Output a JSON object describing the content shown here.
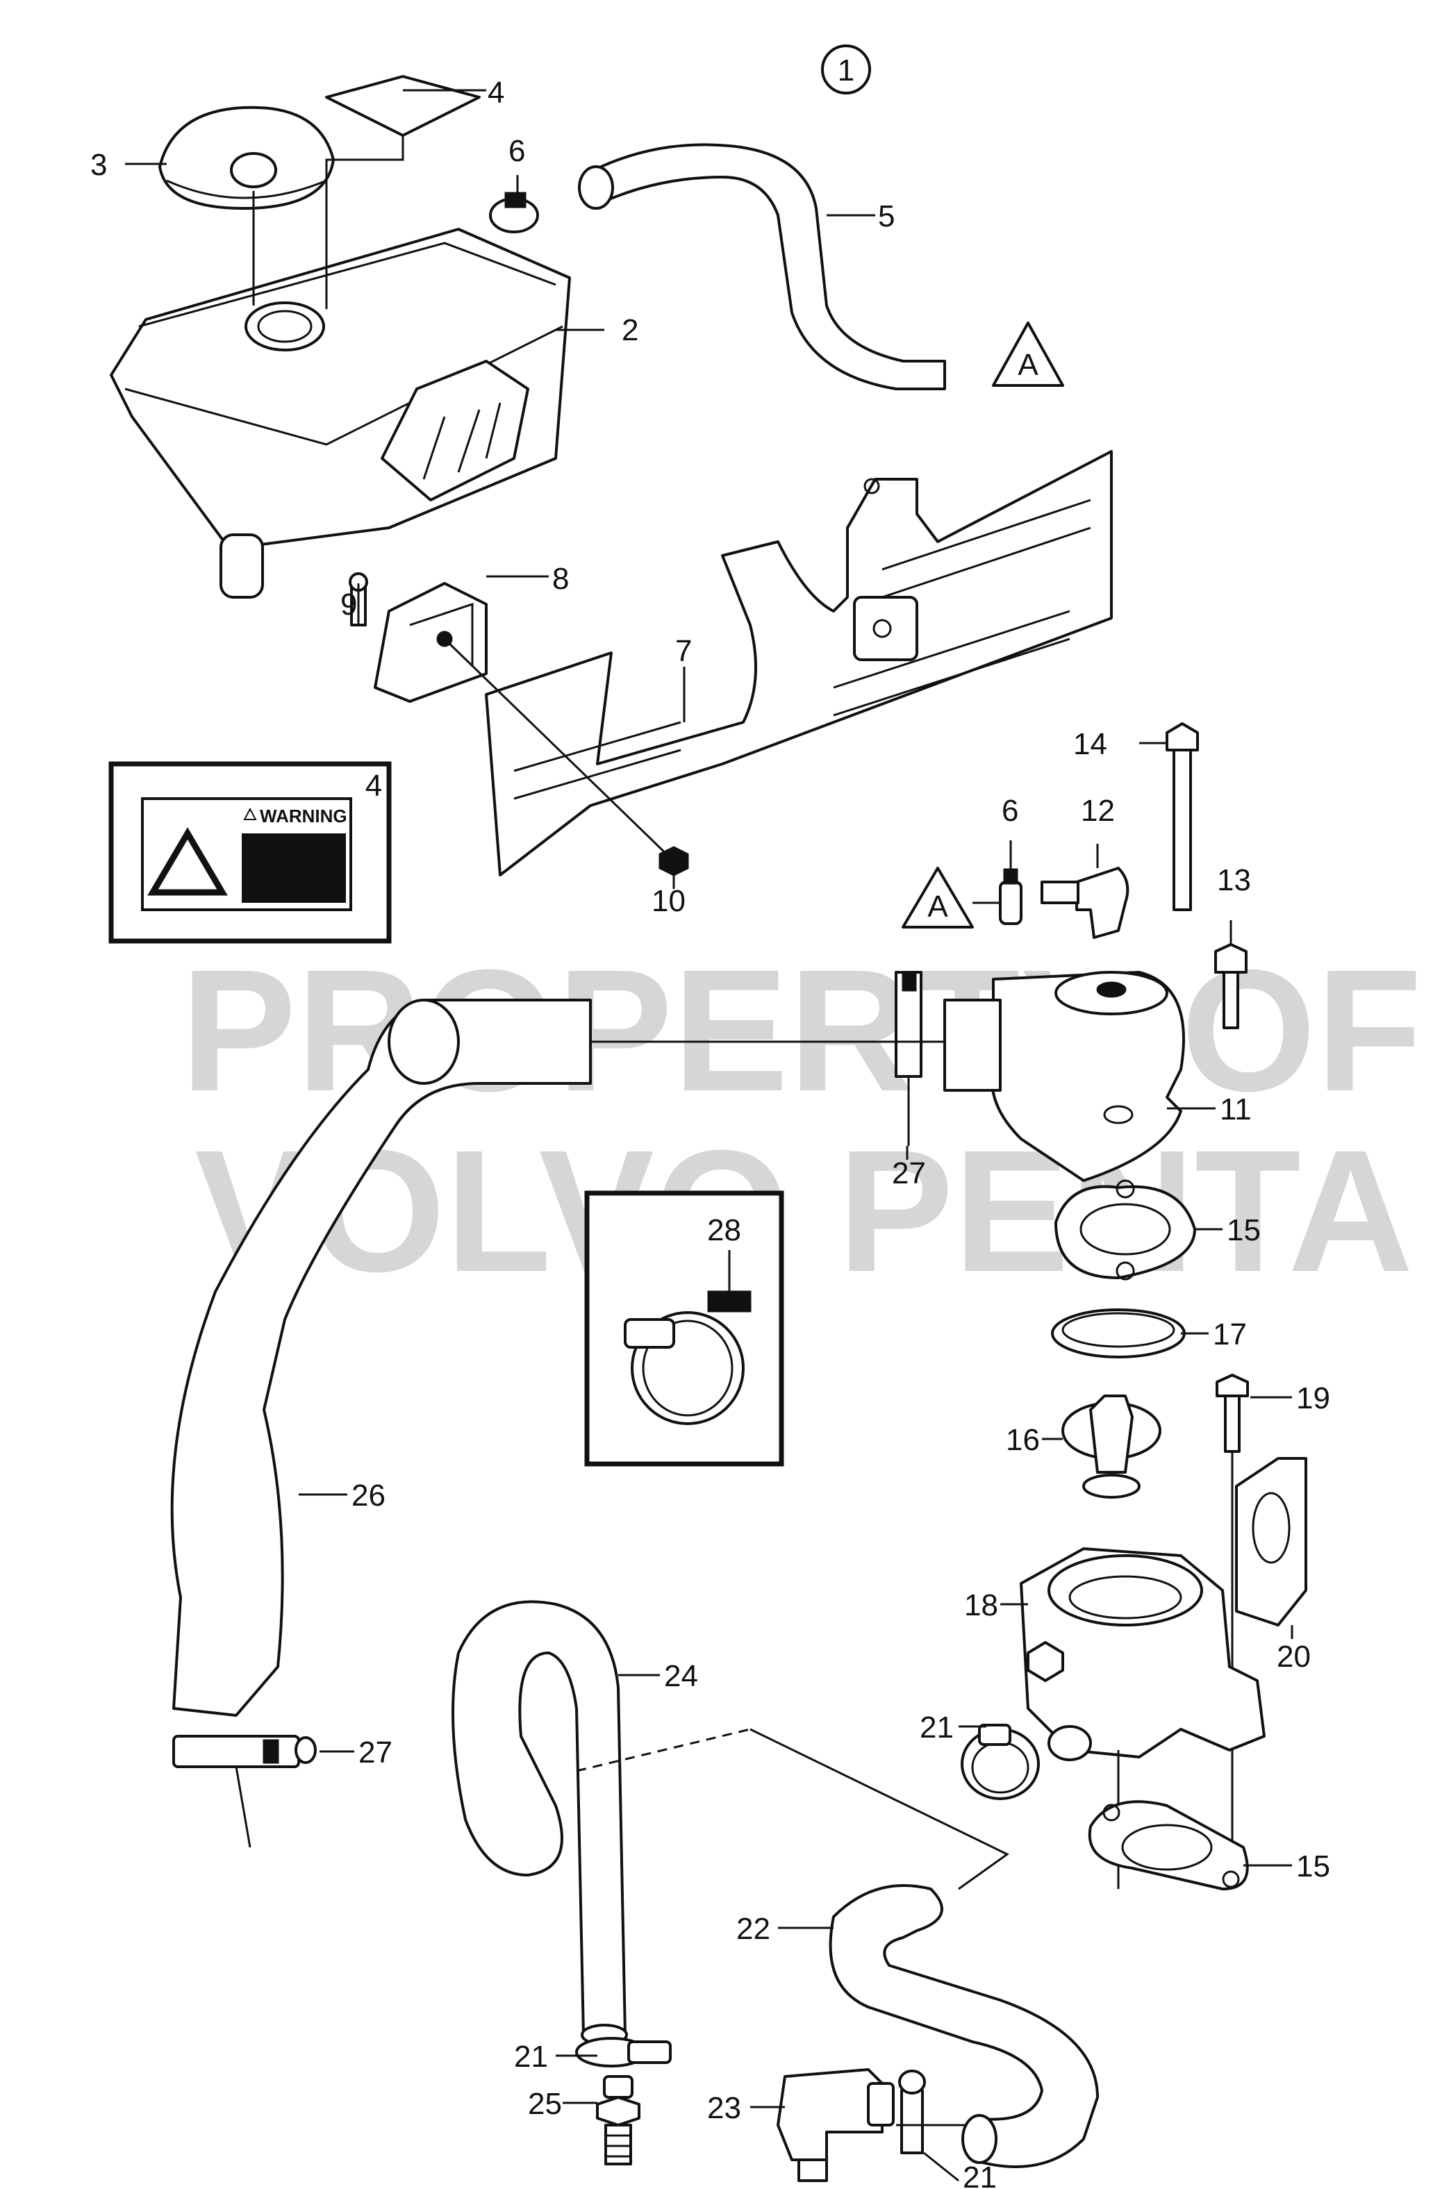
{
  "diagram": {
    "group_number": "1",
    "watermark": {
      "line1": "PROPERTY OF",
      "line2": "VOLVO PENTA"
    },
    "warning_label": {
      "text": "WARNING",
      "part_number": "4"
    },
    "connection_marker": "A",
    "callouts": {
      "c1": "2",
      "c2": "3",
      "c3": "4",
      "c4": "5",
      "c5": "6",
      "c6": "7",
      "c7": "8",
      "c8": "9",
      "c9": "10",
      "c10": "6",
      "c11": "12",
      "c12": "14",
      "c13": "13",
      "c14": "11",
      "c15": "27",
      "c16": "28",
      "c17": "15",
      "c18": "17",
      "c19": "19",
      "c20": "16",
      "c21": "18",
      "c22": "20",
      "c23": "26",
      "c24": "24",
      "c25": "21",
      "c26": "27",
      "c27": "15",
      "c28": "22",
      "c29": "21",
      "c30": "25",
      "c31": "23",
      "c32": "21"
    }
  }
}
